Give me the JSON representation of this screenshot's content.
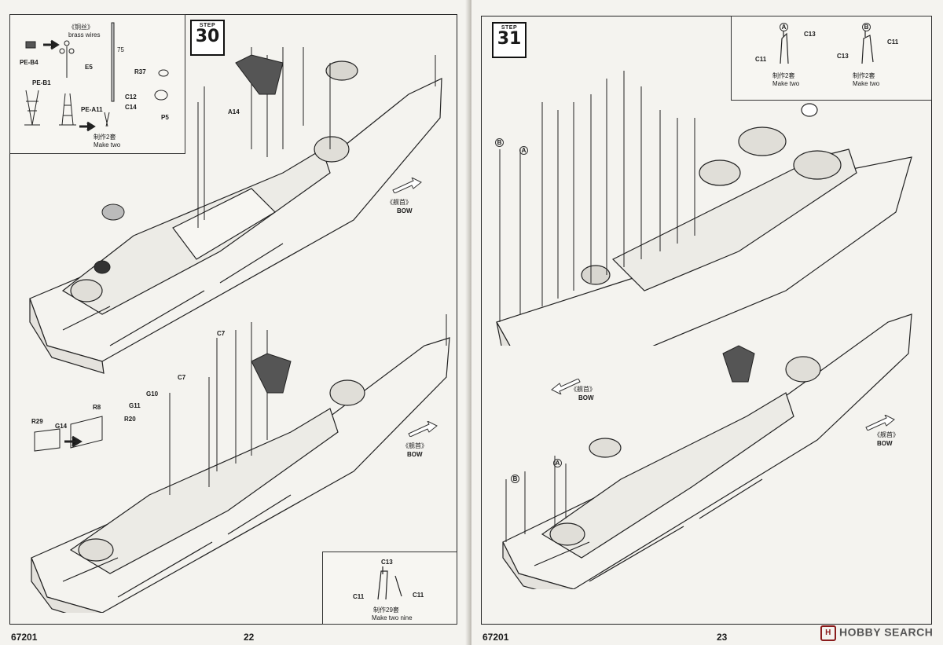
{
  "left_page": {
    "product_code": "67201",
    "page_number": "22",
    "step": {
      "label": "STEP",
      "number": "30"
    },
    "inset_parts": {
      "brass_wires_cn": "《铜丝》",
      "brass_wires_en": "brass wires",
      "length": "75",
      "labels": [
        "PE-B4",
        "E5",
        "PE-B1",
        "PE-A11",
        "C12",
        "C14",
        "R37",
        "P5"
      ],
      "make_cn": "制作2套",
      "make_en": "Make two"
    },
    "upper_ship_labels": [
      "A14"
    ],
    "bow_cn": "《舰首》",
    "bow_en": "BOW",
    "lower_ship_labels": [
      "C7",
      "C7",
      "G10",
      "G11",
      "R20",
      "R8",
      "G14",
      "R29"
    ],
    "bottom_inset": {
      "labels": [
        "C13",
        "C11",
        "C11"
      ],
      "make_cn": "制作29套",
      "make_en": "Make two nine"
    }
  },
  "right_page": {
    "product_code": "67201",
    "page_number": "23",
    "step": {
      "label": "STEP",
      "number": "31"
    },
    "inset_a": {
      "marker": "A",
      "labels": [
        "C13",
        "C11"
      ],
      "make_cn": "制作2套",
      "make_en": "Make two"
    },
    "inset_b": {
      "marker": "B",
      "labels": [
        "C11",
        "C13"
      ],
      "make_cn": "制作2套",
      "make_en": "Make two"
    },
    "upper_markers": [
      "B",
      "A"
    ],
    "lower_markers": [
      "B",
      "A"
    ],
    "bow_cn": "《舰首》",
    "bow_en": "BOW"
  },
  "watermark": {
    "logo_letter": "H",
    "text": "HOBBY SEARCH"
  }
}
